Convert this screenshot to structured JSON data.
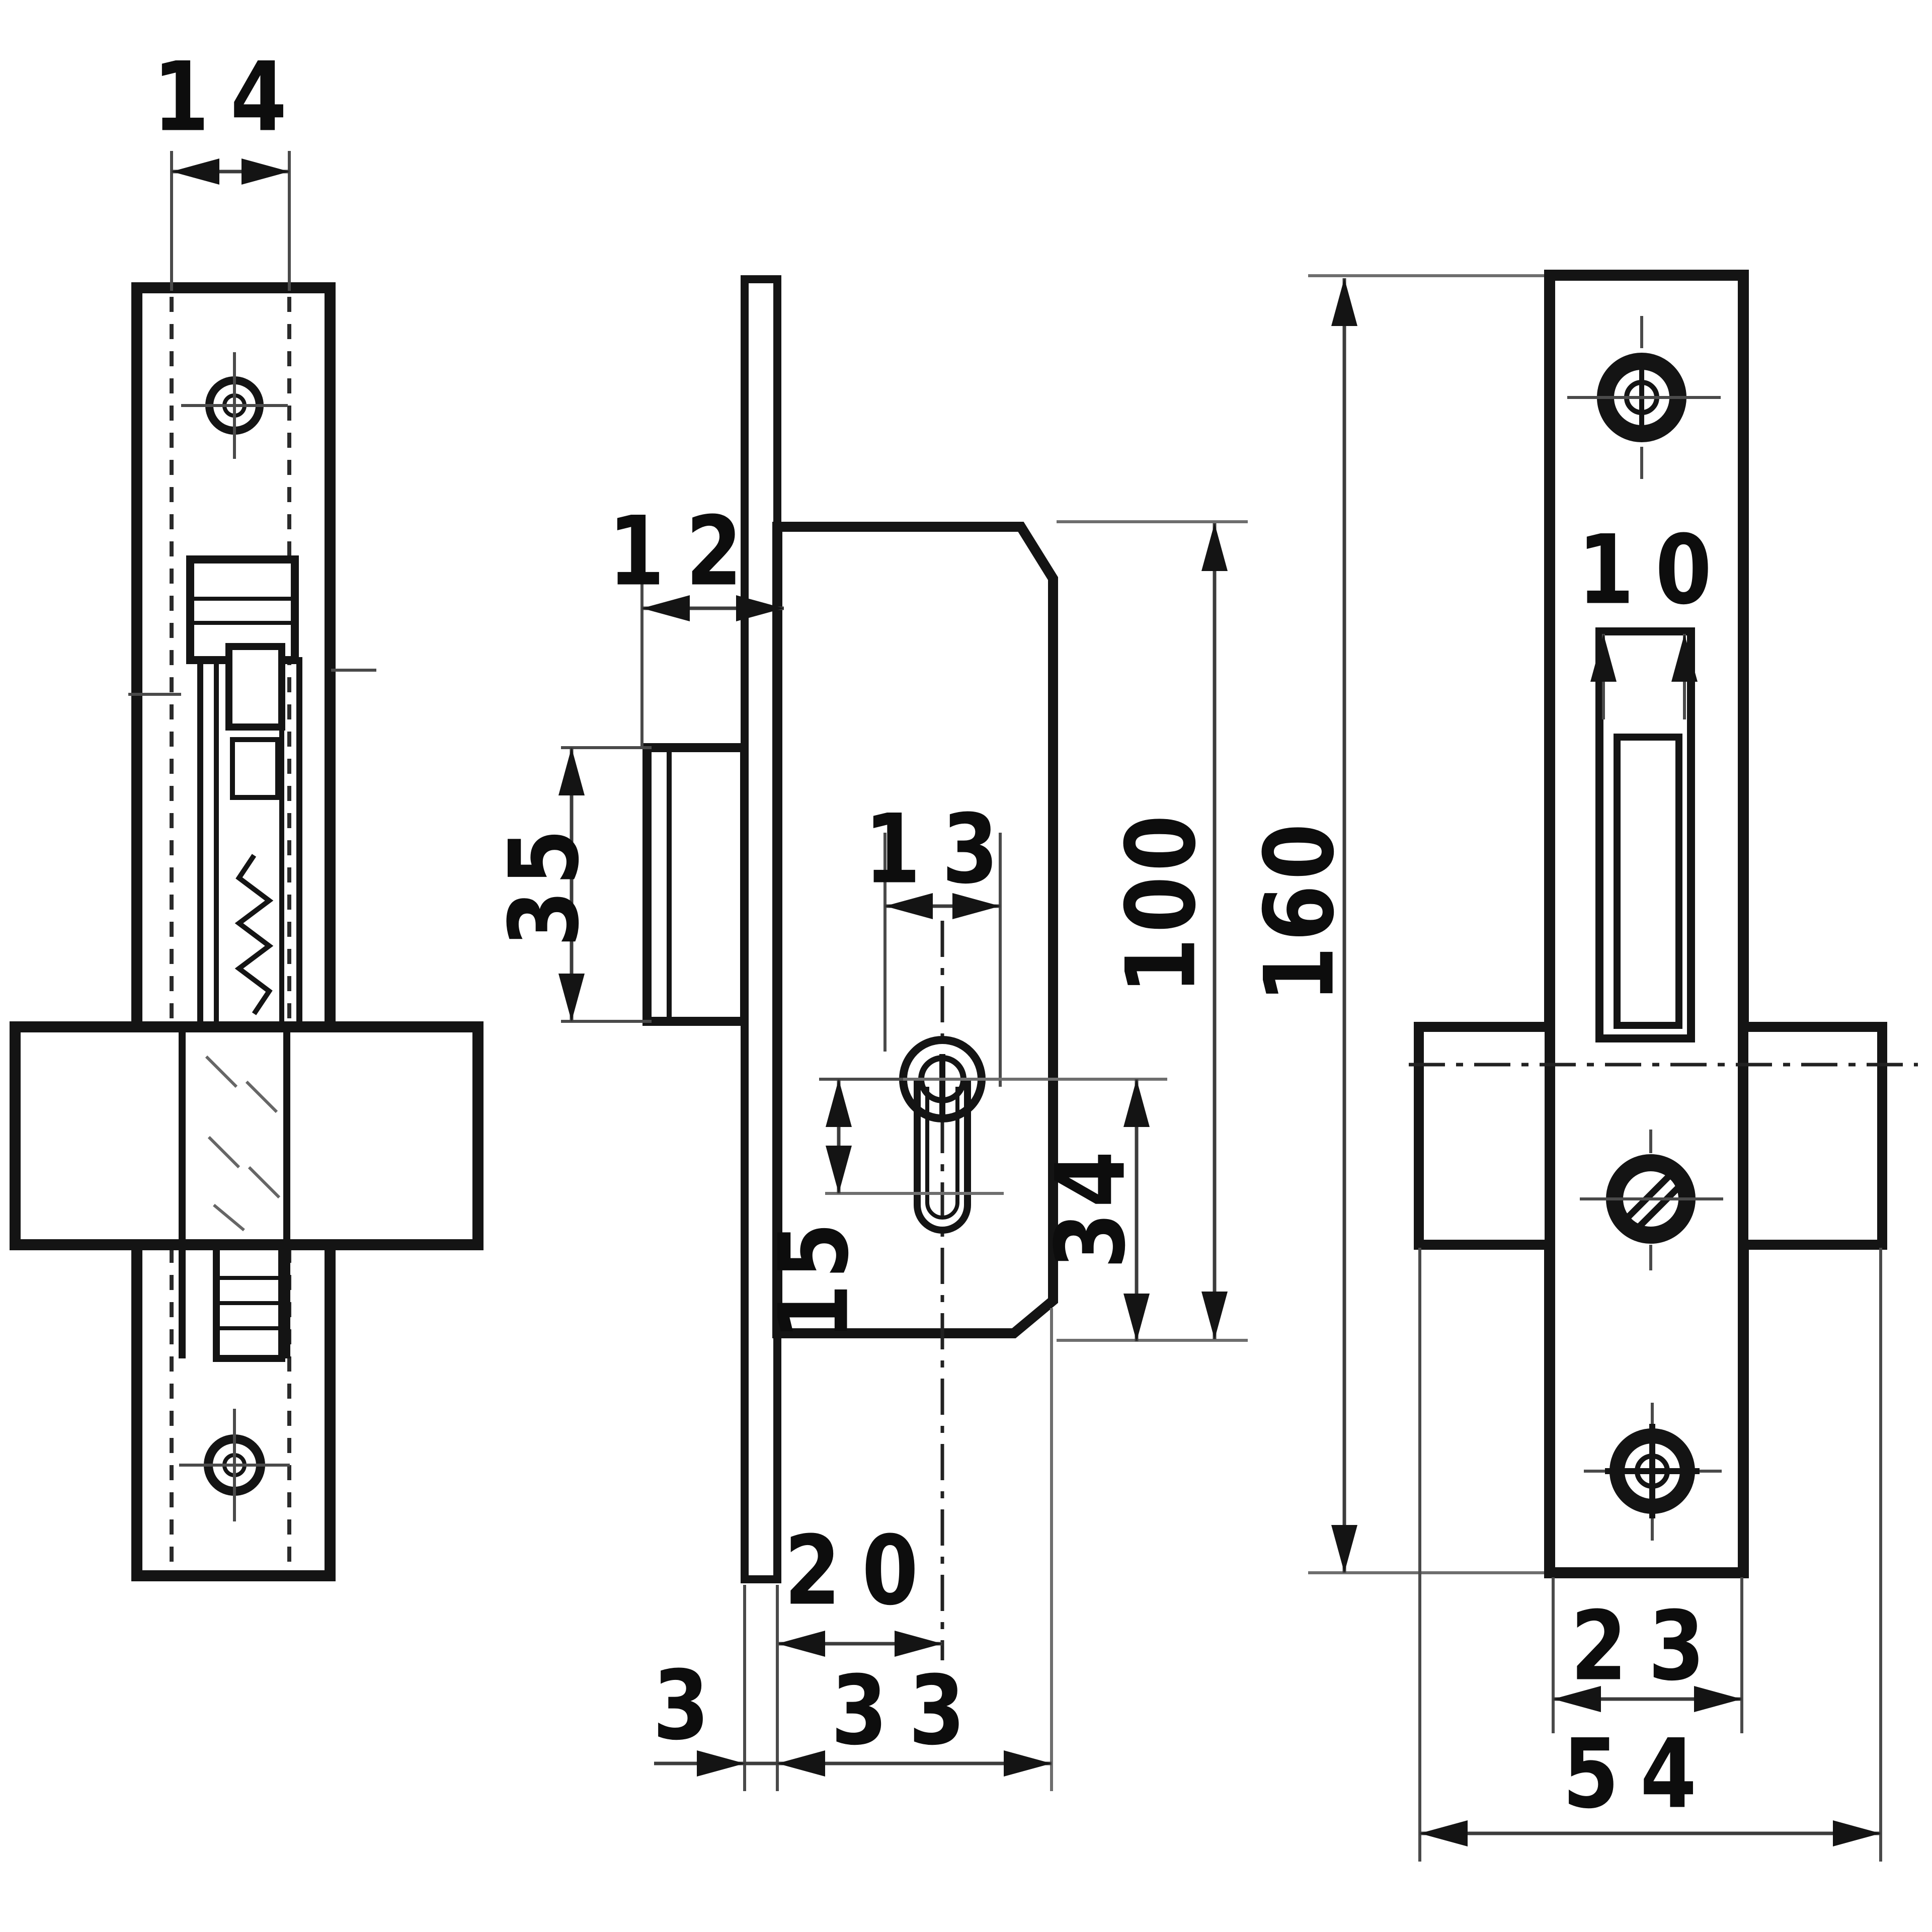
{
  "type": "technical-drawing",
  "subject": "mortise-lock-three-views",
  "ink": "#141414",
  "dim_ink": "#3c3c3c",
  "labels": {
    "d14": "14",
    "d12": "12",
    "d35": "35",
    "d13": "13",
    "d15": "15",
    "d34": "34",
    "d100": "100",
    "d160": "160",
    "d20": "20",
    "d3": "3",
    "d33": "33",
    "d10": "10",
    "d23": "23",
    "d54": "54"
  }
}
